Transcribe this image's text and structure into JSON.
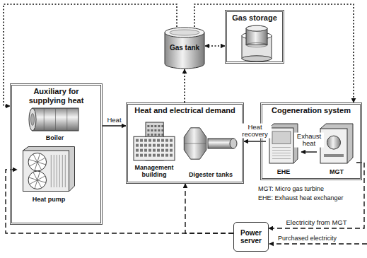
{
  "diagram": {
    "nodes": [
      {
        "text": [
          "Auxiliary for supplying heat"
        ]
      },
      {
        "text": [
          "Boiler"
        ],
        "in": 0
      },
      {
        "text": [
          "Heat pump"
        ],
        "in": 0
      },
      {
        "text": [
          "Gas tank"
        ]
      },
      {
        "text": [
          "Gas storage"
        ]
      },
      {
        "text": [
          "Heat and electrical demand"
        ]
      },
      {
        "text": [
          "Management building"
        ],
        "in": 5
      },
      {
        "text": [
          "Digester tanks"
        ],
        "in": 5
      },
      {
        "text": [
          "Cogeneration system"
        ]
      },
      {
        "text": [
          "EHE"
        ],
        "in": 8
      },
      {
        "text": [
          "MGT"
        ],
        "in": 8
      },
      {
        "text": [
          "Power server"
        ]
      }
    ],
    "edges": [
      {
        "from": 0,
        "to": 5,
        "label": "Heat",
        "arrow": "to"
      },
      {
        "from": 9,
        "to": 5,
        "label": "Heat recovery",
        "arrow": "to"
      },
      {
        "from": 10,
        "to": 9,
        "label": "Exhaust heat",
        "arrow": "to"
      },
      {
        "from": 3,
        "to": 4,
        "arrow": "both"
      },
      {
        "from": 5,
        "to": 3,
        "arrow": "to"
      },
      {
        "from": 3,
        "to": 0,
        "arrow": "to"
      },
      {
        "from": 3,
        "to": 8,
        "arrow": "to"
      },
      {
        "from": 10,
        "to": 11,
        "label": "Electricity from MGT",
        "arrow": "to"
      },
      {
        "from": 11,
        "to": 2,
        "arrow": "to"
      },
      {
        "from": 11,
        "to": 5,
        "arrow": "to"
      }
    ],
    "labels": [
      "MGT: Micro gas turbine",
      "EHE: Exhaust heat exchanger",
      "Purchased electricity"
    ]
  }
}
